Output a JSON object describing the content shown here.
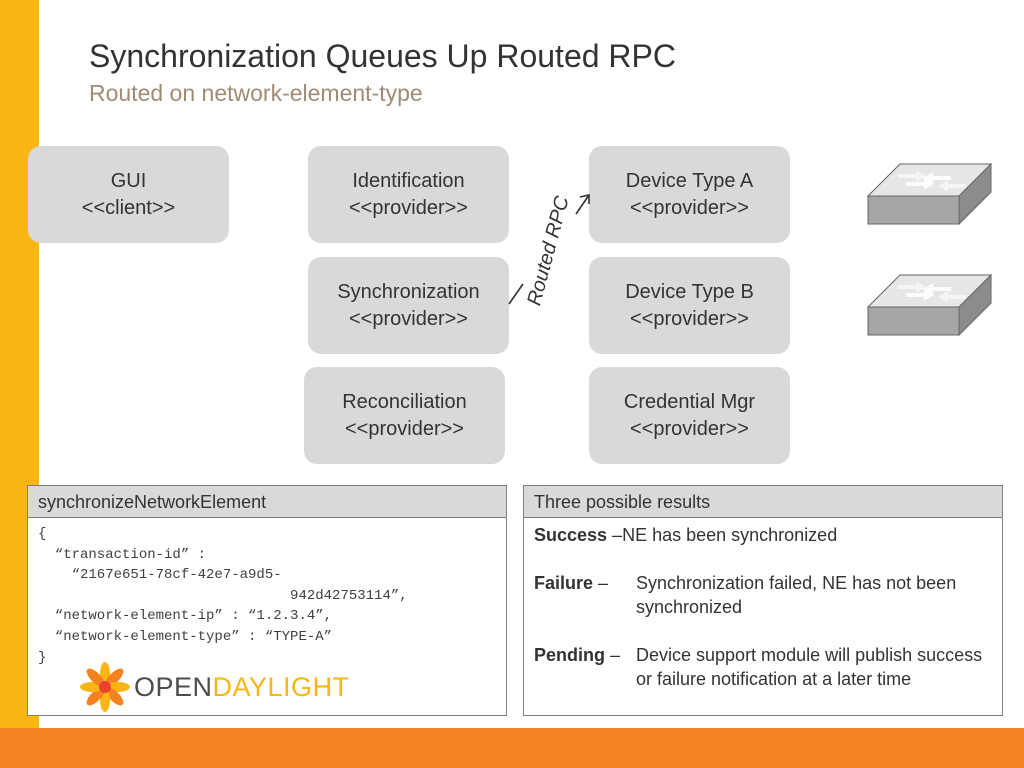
{
  "slide": {
    "title": "Synchronization Queues Up Routed RPC",
    "subtitle": "Routed on network-element-type"
  },
  "components": [
    {
      "name": "GUI",
      "role": "<<client>>"
    },
    {
      "name": "Identification",
      "role": "<<provider>>"
    },
    {
      "name": "Device Type A",
      "role": "<<provider>>"
    },
    {
      "name": "Synchronization",
      "role": "<<provider>>"
    },
    {
      "name": "Device Type B",
      "role": "<<provider>>"
    },
    {
      "name": "Reconciliation",
      "role": "<<provider>>"
    },
    {
      "name": "Credential Mgr",
      "role": "<<provider>>"
    }
  ],
  "rpc_label": "Routed RPC",
  "code_panel": {
    "title": "synchronizeNetworkElement",
    "code": "{\n  “transaction-id” :\n    “2167e651-78cf-42e7-a9d5-\n                              942d42753114”,\n  “network-element-ip” : “1.2.3.4”,\n  “network-element-type” : “TYPE-A”\n}"
  },
  "results_panel": {
    "title": "Three possible results",
    "items": [
      {
        "label": "Success",
        "sep": " – ",
        "text": "NE has been synchronized"
      },
      {
        "label": "Failure",
        "sep": " – ",
        "text": "Synchronization failed, NE has not been synchronized"
      },
      {
        "label": "Pending",
        "sep": " – ",
        "text": "Device support module will publish success or failure notification at a later time"
      }
    ]
  },
  "logo": {
    "part1": "OPEN",
    "part2": "DAYLIGHT"
  },
  "colors": {
    "left_bar": "#fbb615",
    "bottom_bar": "#f58220",
    "box_fill": "#d9d9d9",
    "subtitle": "#a08c74"
  }
}
